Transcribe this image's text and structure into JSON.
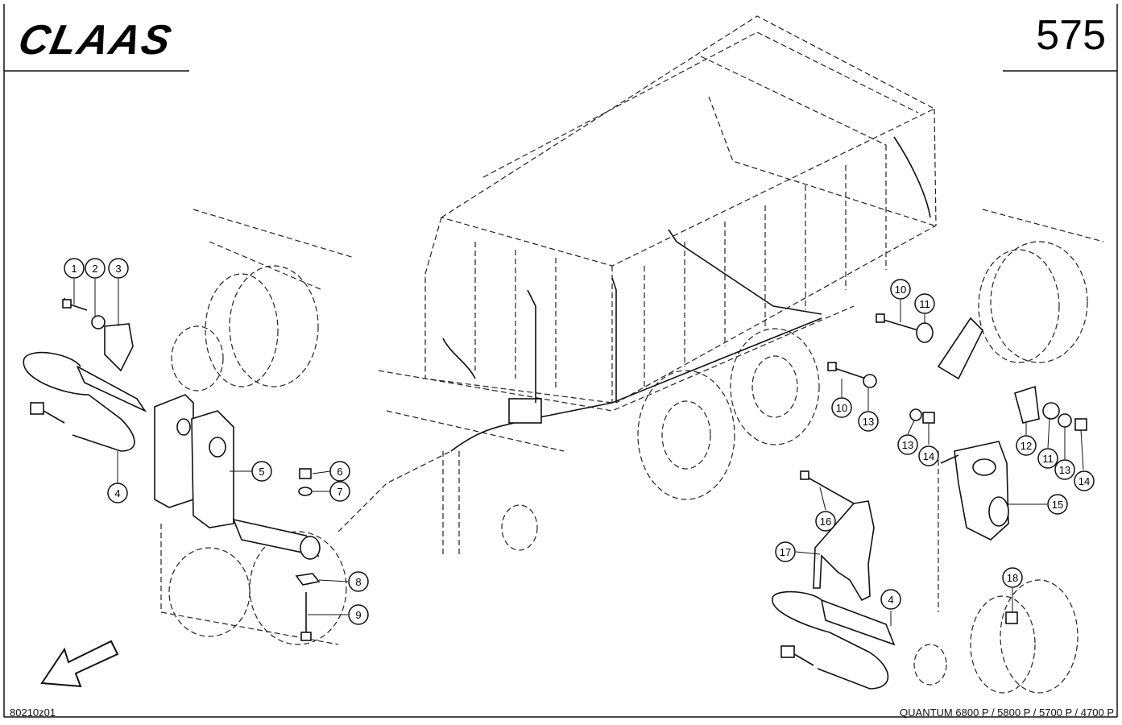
{
  "header": {
    "brand": "CLAAS",
    "page_number": "575"
  },
  "footer": {
    "figure_id": "80210z01",
    "model_line": "QUANTUM 6800 P / 5800 P / 5700 P / 4700 P"
  },
  "callouts": [
    {
      "id": "c1",
      "label": "1"
    },
    {
      "id": "c2",
      "label": "2"
    },
    {
      "id": "c3",
      "label": "3"
    },
    {
      "id": "c4a",
      "label": "4"
    },
    {
      "id": "c5",
      "label": "5"
    },
    {
      "id": "c6",
      "label": "6"
    },
    {
      "id": "c7",
      "label": "7"
    },
    {
      "id": "c8",
      "label": "8"
    },
    {
      "id": "c9",
      "label": "9"
    },
    {
      "id": "c10a",
      "label": "10"
    },
    {
      "id": "c11a",
      "label": "11"
    },
    {
      "id": "c10b",
      "label": "10"
    },
    {
      "id": "c13a",
      "label": "13"
    },
    {
      "id": "c13b",
      "label": "13"
    },
    {
      "id": "c14a",
      "label": "14"
    },
    {
      "id": "c12",
      "label": "12"
    },
    {
      "id": "c11b",
      "label": "11"
    },
    {
      "id": "c13c",
      "label": "13"
    },
    {
      "id": "c14b",
      "label": "14"
    },
    {
      "id": "c15",
      "label": "15"
    },
    {
      "id": "c16",
      "label": "16"
    },
    {
      "id": "c17",
      "label": "17"
    },
    {
      "id": "c4b",
      "label": "4"
    },
    {
      "id": "c18",
      "label": "18"
    }
  ]
}
